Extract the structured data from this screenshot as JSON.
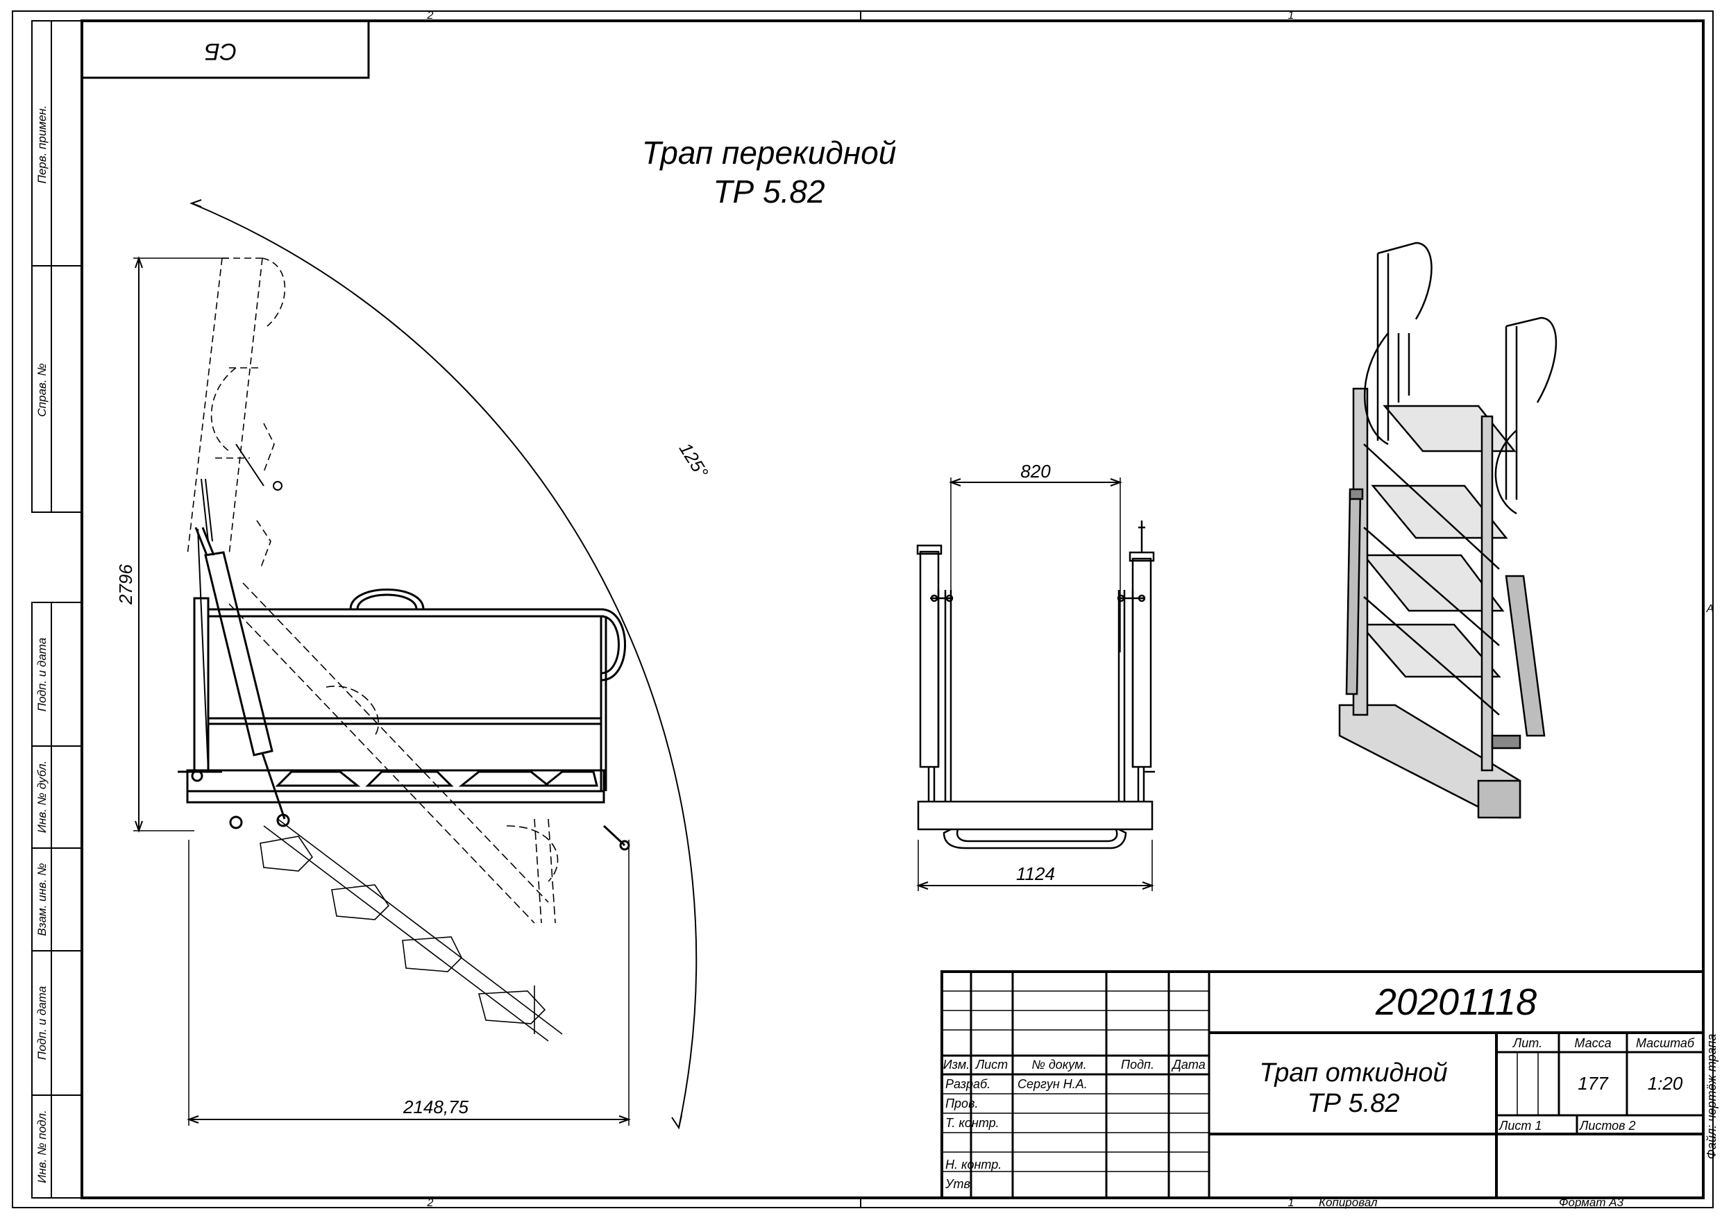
{
  "sheet": {
    "zone_top_left": "2",
    "zone_top_right": "1",
    "zone_bottom_left": "2",
    "zone_bottom_right": "1",
    "zone_side": "A",
    "stamp_corner": "СБ",
    "footer_copied": "Копировал",
    "footer_format": "Формат А3",
    "file_label": "Файл: чертёж трапа"
  },
  "side_columns": {
    "perv_primen": "Перв. примен.",
    "sprav_no": "Справ. №",
    "podp_data_1": "Подп. и дата",
    "inv_dubl": "Инв. № дубл.",
    "vzam_inv": "Взам. инв. №",
    "podp_data_2": "Подп. и дата",
    "inv_podl": "Инв. № подл."
  },
  "drawing": {
    "title_line1": "Трап перекидной",
    "title_line2": "ТР 5.82",
    "dim_height": "2796",
    "dim_length": "2148,75",
    "dim_angle": "125°",
    "dim_inner_width": "820",
    "dim_total_width": "1124"
  },
  "title_block": {
    "doc_number": "20201118",
    "name_line1": "Трап откидной",
    "name_line2": "ТР 5.82",
    "hdr_izm": "Изм.",
    "hdr_list": "Лист",
    "hdr_docum": "№ докум.",
    "hdr_podp": "Подп.",
    "hdr_data": "Дата",
    "row_razrab": "Разраб.",
    "razrab_name": "Сергун Н.А.",
    "row_prov": "Пров.",
    "row_tkontr": "Т. контр.",
    "row_nkontr": "Н. контр.",
    "row_utv": "Утв.",
    "lit_label": "Лит.",
    "massa_label": "Масса",
    "masshtab_label": "Масштаб",
    "massa_value": "177",
    "masshtab_value": "1:20",
    "list_label": "Лист 1",
    "listov_label": "Листов 2"
  }
}
